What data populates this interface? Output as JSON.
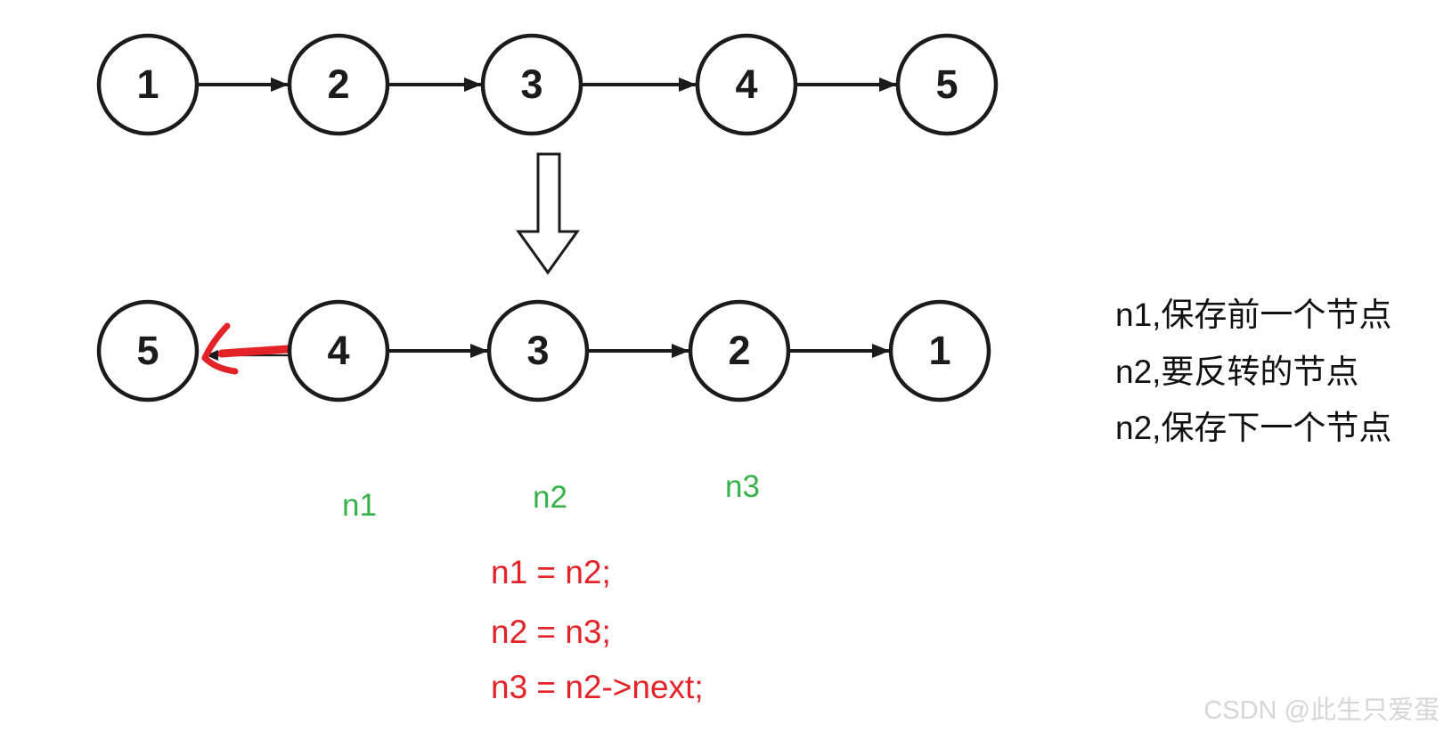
{
  "colors": {
    "ink": "#1b1b1b",
    "green": "#36b24a",
    "red": "#e42328",
    "note-text": "#111111",
    "watermark": "#d6d6d6"
  },
  "top_list": {
    "nodes": [
      "1",
      "2",
      "3",
      "4",
      "5"
    ]
  },
  "bottom_list": {
    "nodes": [
      "5",
      "4",
      "3",
      "2",
      "1"
    ]
  },
  "pointer_labels": {
    "n1": "n1",
    "n2": "n2",
    "n3": "n3"
  },
  "code": {
    "line1": "n1 = n2;",
    "line2": "n2 = n3;",
    "line3": "n3 = n2->next;"
  },
  "notes": {
    "line1": "n1,保存前一个节点",
    "line2": "n2,要反转的节点",
    "line3": "n2,保存下一个节点"
  },
  "watermark": "CSDN @此生只爱蛋"
}
